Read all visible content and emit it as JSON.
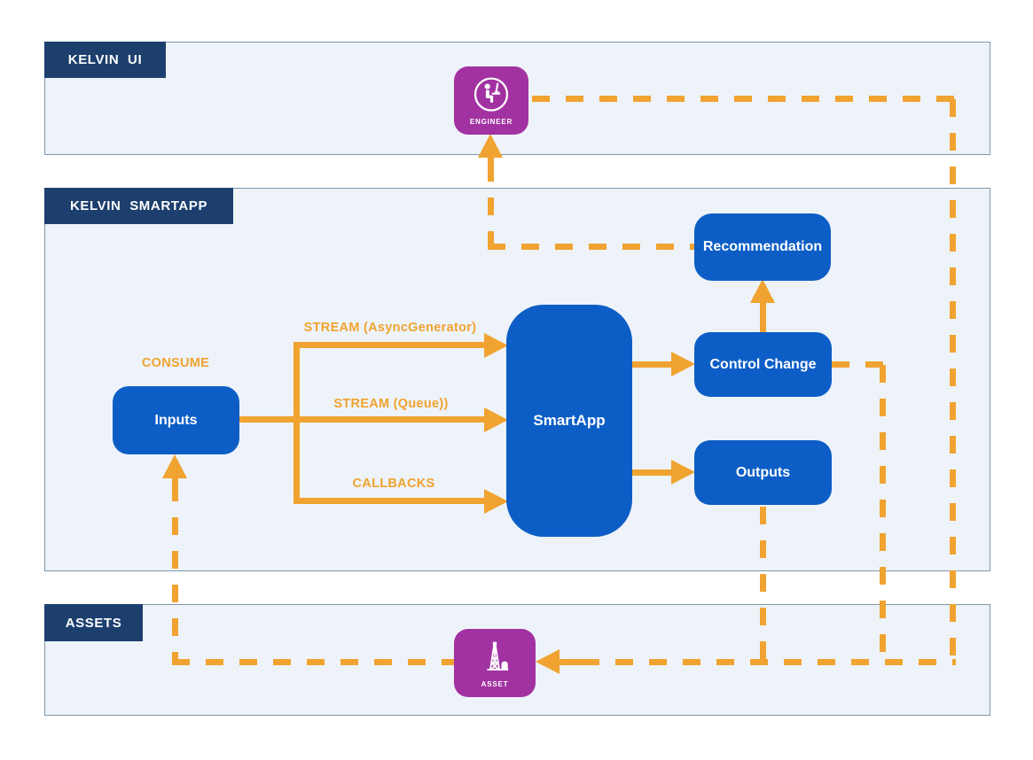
{
  "panels": [
    {
      "label": "KELVIN UI"
    },
    {
      "label": "KELVIN SMARTAPP"
    },
    {
      "label": "ASSETS"
    }
  ],
  "nodes": {
    "engineer": {
      "label": "ENGINEER",
      "icon": "engineer-at-desk-icon"
    },
    "asset": {
      "label": "ASSET",
      "icon": "oil-derrick-icon"
    },
    "inputs": {
      "label": "Inputs"
    },
    "smartapp": {
      "label": "SmartApp"
    },
    "recommendation": {
      "label": "Recommendation"
    },
    "control_change": {
      "label": "Control Change"
    },
    "outputs": {
      "label": "Outputs"
    }
  },
  "edge_labels": {
    "consume": "CONSUME",
    "stream_async": "STREAM (AsyncGenerator)",
    "stream_queue": "STREAM (Queue))",
    "callbacks": "CALLBACKS"
  },
  "colors": {
    "accent_orange": "#f0a330",
    "node_blue": "#0c5ec6",
    "panel_navy": "#1c3f6e",
    "icon_purple": "#a232a2",
    "panel_bg": "#eef3f9",
    "panel_border": "#7e96ac"
  }
}
